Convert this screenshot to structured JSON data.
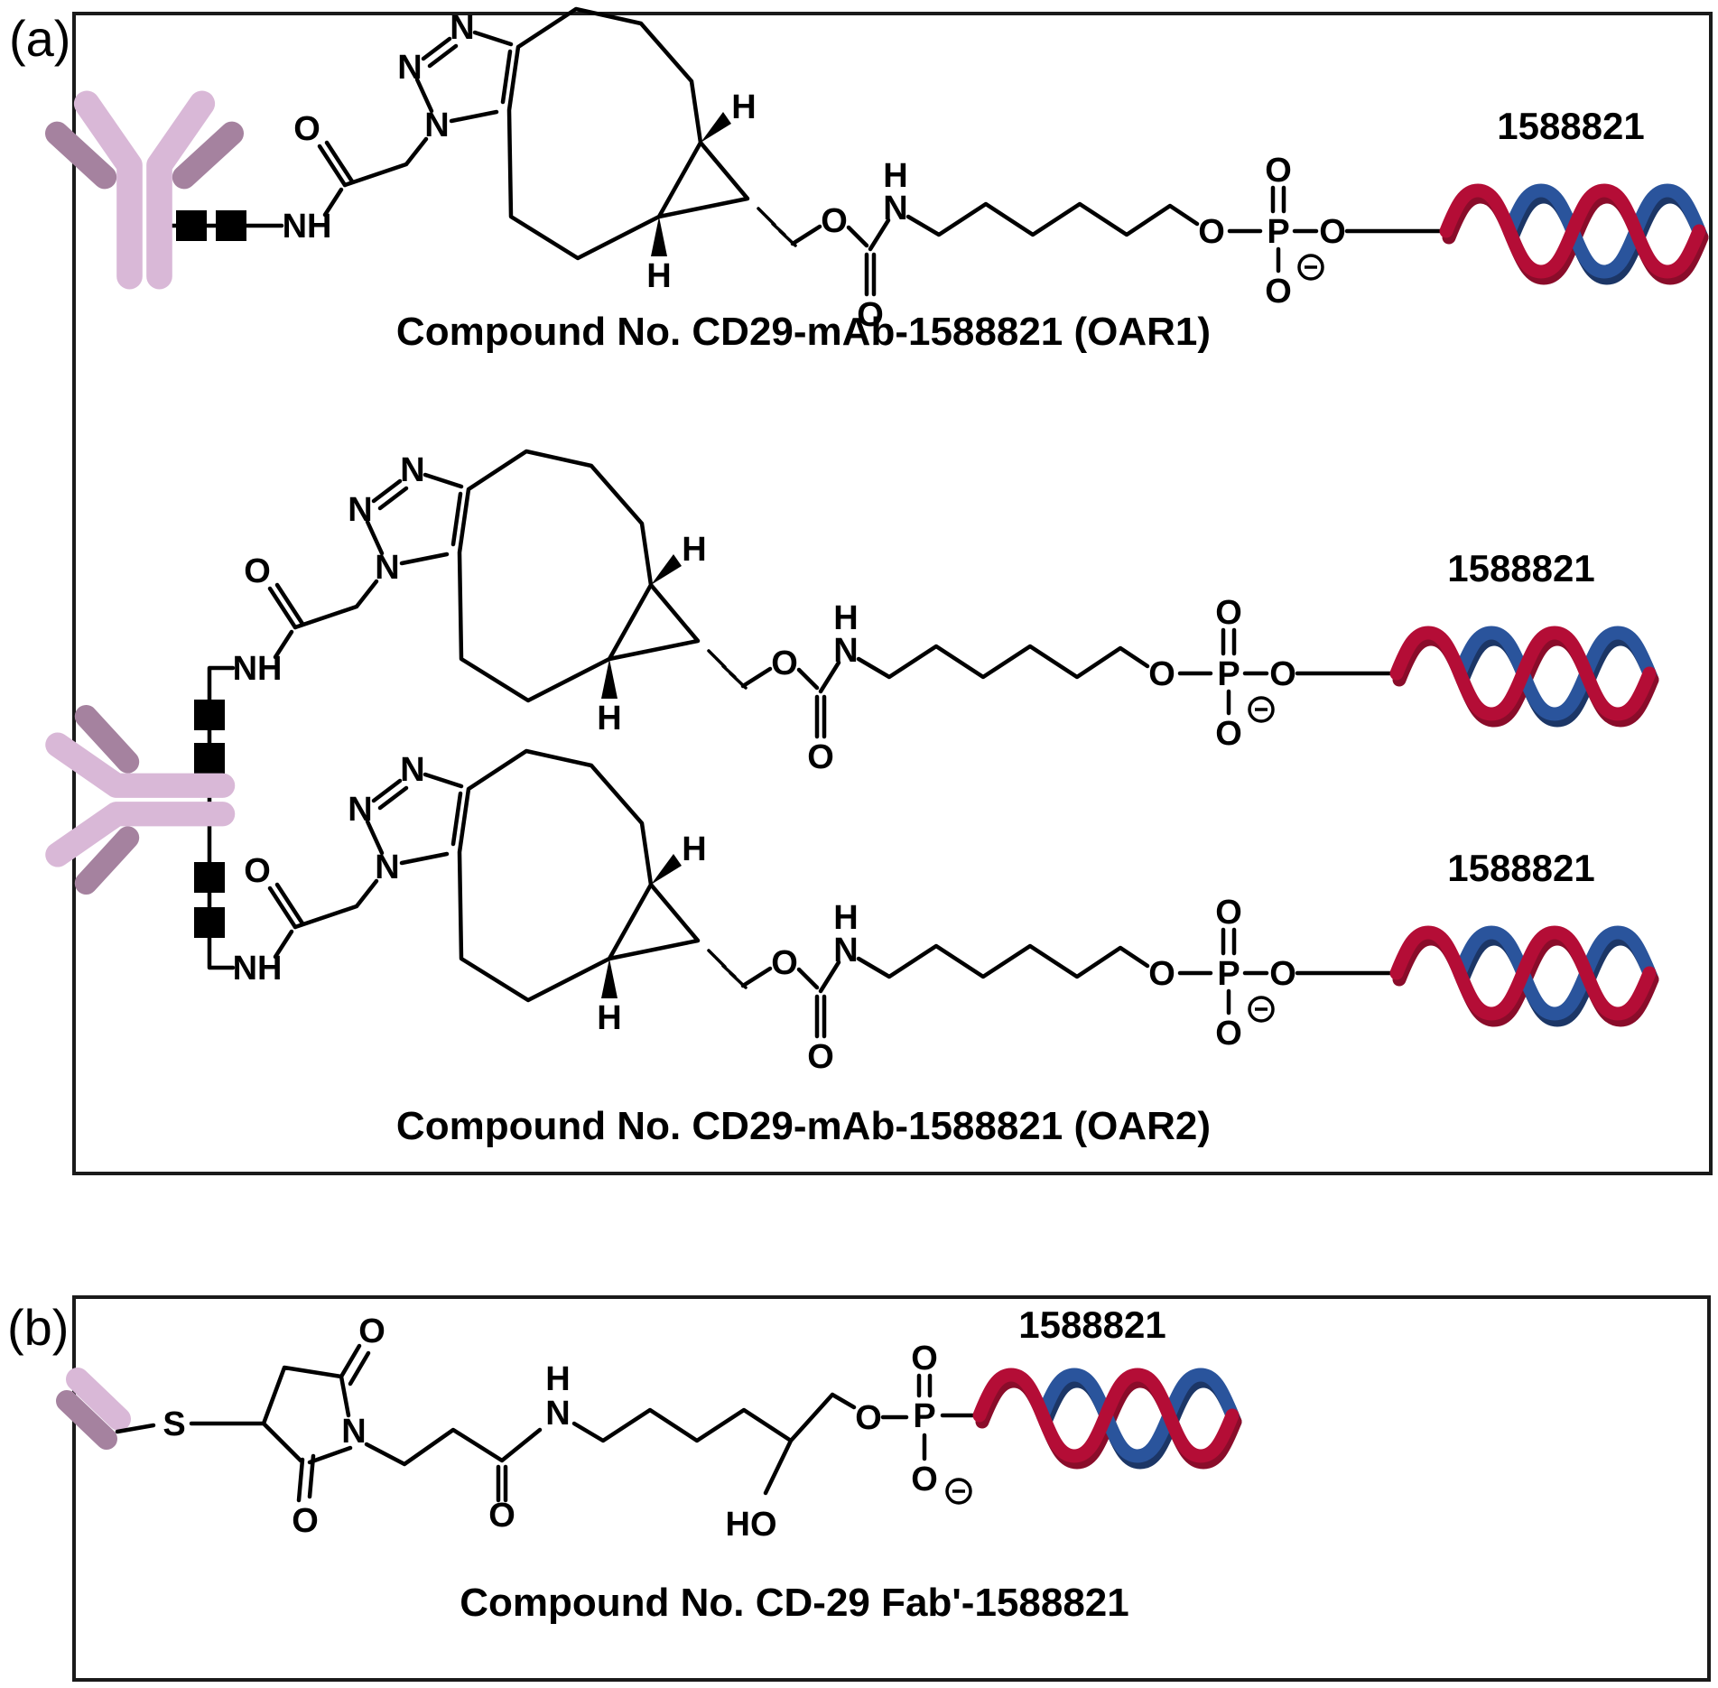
{
  "figure": {
    "panel_a_label": "(a)",
    "panel_b_label": "(b)",
    "captions": {
      "oar1": "Compound No. CD29-mAb-1588821 (OAR1)",
      "oar2": "Compound No. CD29-mAb-1588821 (OAR2)",
      "fab": "Compound No. CD-29 Fab'-1588821"
    },
    "oligo_labels": {
      "oar1": "1588821",
      "oar2_top": "1588821",
      "oar2_bottom": "1588821",
      "fab": "1588821"
    },
    "atoms": {
      "N": "N",
      "NH": "NH",
      "H": "H",
      "O": "O",
      "P": "P",
      "S": "S",
      "HO": "HO"
    },
    "colors": {
      "antibody_light": "#d9b8d7",
      "antibody_dark": "#a5829f",
      "dna_red": "#b40d36",
      "dna_red_dark": "#8a0c2a",
      "dna_blue": "#2a549c",
      "dna_blue_dark": "#1c3666",
      "bond": "#000000",
      "panel_border": "#1a1a1a",
      "background": "#ffffff"
    }
  }
}
